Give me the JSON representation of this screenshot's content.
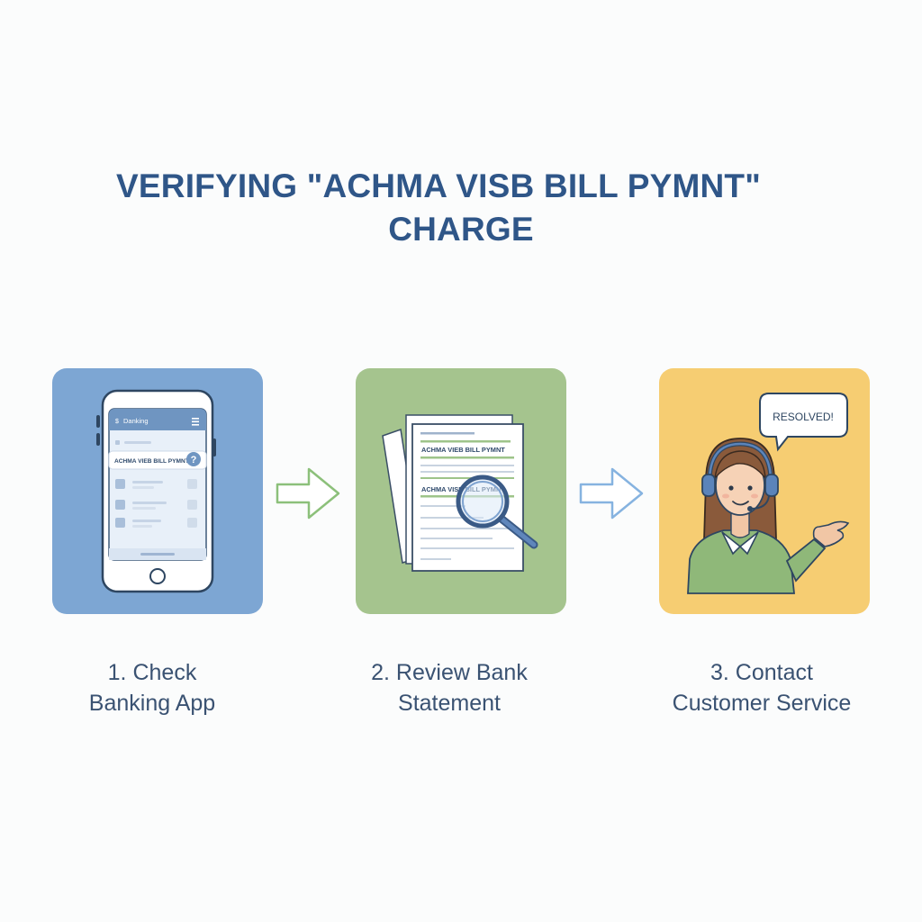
{
  "title": {
    "line1": "VERIFYING \"ACHMA VISB BILL PYMNT\"",
    "line2": "CHARGE"
  },
  "steps": [
    {
      "line1": "1. Check",
      "line2": "Banking App",
      "screen_header": "Danking",
      "transaction_label": "ACHMA VIEB BILL PYMNT",
      "help_glyph": "?",
      "panel_color": "#7da6d3"
    },
    {
      "line1": "2. Review Bank",
      "line2": "Statement",
      "statement_line1": "ACHMA VIEB BILL PYMNT",
      "statement_line2": "ACHMA VISB BILL PYMNT",
      "panel_color": "#a5c48e"
    },
    {
      "line1": "3. Contact",
      "line2": "Customer Service",
      "speech_bubble": "RESOLVED!",
      "panel_color": "#f6cd72"
    }
  ],
  "colors": {
    "title": "#2f5688",
    "caption": "#3a5272",
    "arrow_green": "#8cc07a",
    "arrow_blue": "#86b3e0"
  },
  "icons": [
    "smartphone-icon",
    "bank-statement-icon",
    "magnifier-icon",
    "support-agent-icon",
    "arrow-right-icon"
  ]
}
